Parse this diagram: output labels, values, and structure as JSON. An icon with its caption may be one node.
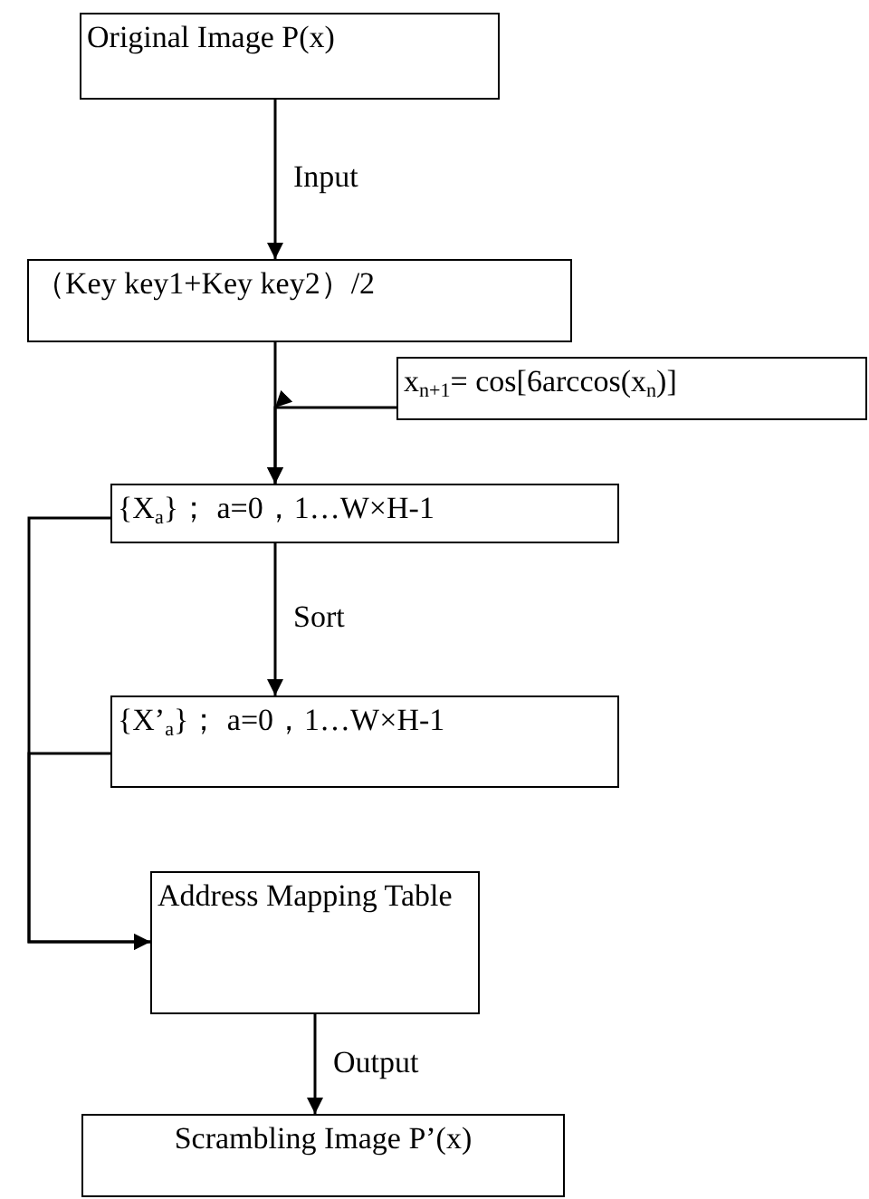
{
  "diagram": {
    "nodes": [
      {
        "text": [
          "Original Image P(x)"
        ]
      },
      {
        "text": [
          "（Key key1+Key key2）/2"
        ]
      },
      {
        "text": [
          "x$_{n+1}$= cos[6arccos(x$_{n}$)]"
        ]
      },
      {
        "text": [
          "{X$_{a}$}；  a=0，1…W×H-1"
        ]
      },
      {
        "text": [
          "{X’$_{a}$}；  a=0，1…W×H-1"
        ]
      },
      {
        "text": [
          "Address Mapping Table"
        ]
      },
      {
        "text": [
          "Scrambling Image P’(x)"
        ]
      }
    ],
    "edges": [
      {
        "from": 0,
        "to": 1,
        "arrow": "to",
        "label": "Input"
      },
      {
        "from": 1,
        "to": 3,
        "arrow": "to"
      },
      {
        "from": 2,
        "to": 3,
        "arrow": "to"
      },
      {
        "from": 3,
        "to": 4,
        "arrow": "to",
        "label": "Sort"
      },
      {
        "from": 3,
        "to": 5,
        "arrow": "to"
      },
      {
        "from": 4,
        "to": 5,
        "arrow": "to"
      },
      {
        "from": 5,
        "to": 6,
        "arrow": "to",
        "label": "Output"
      }
    ]
  }
}
